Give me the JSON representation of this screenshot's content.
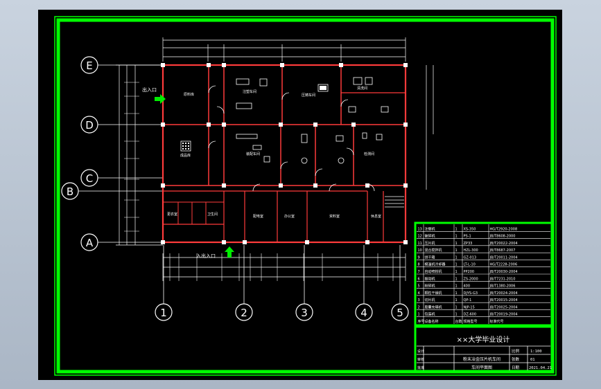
{
  "colors": {
    "frame": "#00ff00",
    "walls": "#ff3b3b",
    "dims": "#ffffff",
    "symbols": "#ffffff",
    "arrow": "#00ee00",
    "background": "#000000"
  },
  "axes_h": [
    {
      "label": "E"
    },
    {
      "label": "D"
    },
    {
      "label": "C"
    },
    {
      "label": "B"
    },
    {
      "label": "A"
    }
  ],
  "axes_v": [
    {
      "label": "1"
    },
    {
      "label": "2"
    },
    {
      "label": "3"
    },
    {
      "label": "4"
    },
    {
      "label": "5"
    }
  ],
  "entrance_labels": {
    "top": "出入口",
    "bottom": "入出入口"
  },
  "rooms": [
    {
      "name": "原料库"
    },
    {
      "name": "成品库"
    },
    {
      "name": "注塑车间"
    },
    {
      "name": "压铸车间"
    },
    {
      "name": "清洗间"
    },
    {
      "name": "装配车间"
    },
    {
      "name": "检测间"
    },
    {
      "name": "配电室"
    },
    {
      "name": "办公室"
    },
    {
      "name": "资料室"
    },
    {
      "name": "休息室"
    },
    {
      "name": "更衣室"
    },
    {
      "name": "卫生间"
    }
  ],
  "equipment_table": {
    "rows": [
      {
        "no": "13",
        "name": "注塑机",
        "qty": "1",
        "model": "XS-350",
        "code": "HG/T2920-2008"
      },
      {
        "no": "12",
        "name": "破碎机",
        "qty": "1",
        "model": "PS-1",
        "code": "JB/T8608-2000"
      },
      {
        "no": "11",
        "name": "压片机",
        "qty": "1",
        "model": "ZP33",
        "code": "JB/T20022-2004"
      },
      {
        "no": "10",
        "name": "混合搅拌机",
        "qty": "1",
        "model": "HZL-300",
        "code": "JB/T8687-2007"
      },
      {
        "no": "9",
        "name": "烘干箱",
        "qty": "1",
        "model": "GZ-013",
        "code": "JB/T20011-2004"
      },
      {
        "no": "8",
        "name": "模温机冷却器",
        "qty": "1",
        "model": "LT-L-10",
        "code": "HG/T2228-2006"
      },
      {
        "no": "7",
        "name": "自动喷粉机",
        "qty": "1",
        "model": "PP200",
        "code": "JB/T20030-2004"
      },
      {
        "no": "6",
        "name": "振动机",
        "qty": "1",
        "model": "ZS-2000",
        "code": "JB/T7231-2010"
      },
      {
        "no": "5",
        "name": "粉碎机",
        "qty": "1",
        "model": "400",
        "code": "JB/T1380-2006"
      },
      {
        "no": "4",
        "name": "颗粒干燥机",
        "qty": "1",
        "model": "DJYS-G3",
        "code": "JB/T20024-2004"
      },
      {
        "no": "3",
        "name": "切片机",
        "qty": "1",
        "model": "QP-1",
        "code": "JB/T20015-2004"
      },
      {
        "no": "2",
        "name": "胶囊充填机",
        "qty": "1",
        "model": "NJP-15",
        "code": "JB/T20025-2004"
      },
      {
        "no": "1",
        "name": "包装机",
        "qty": "1",
        "model": "DZ-600",
        "code": "JB/T20019-2004"
      }
    ],
    "header": {
      "no": "序号",
      "name": "设备名称",
      "qty": "台数",
      "model": "规格型号",
      "code": "标准代号"
    }
  },
  "title_block": {
    "school": "××大学毕业设计",
    "drawing": "粉末冶金压片机车间",
    "sheet": "车间平面图",
    "scale_label": "比例",
    "scale": "1:100",
    "count_label": "张数",
    "count": "01",
    "date_label": "日期",
    "date": "2021.04.21",
    "roles": [
      "设计",
      "审核",
      "批准"
    ]
  }
}
